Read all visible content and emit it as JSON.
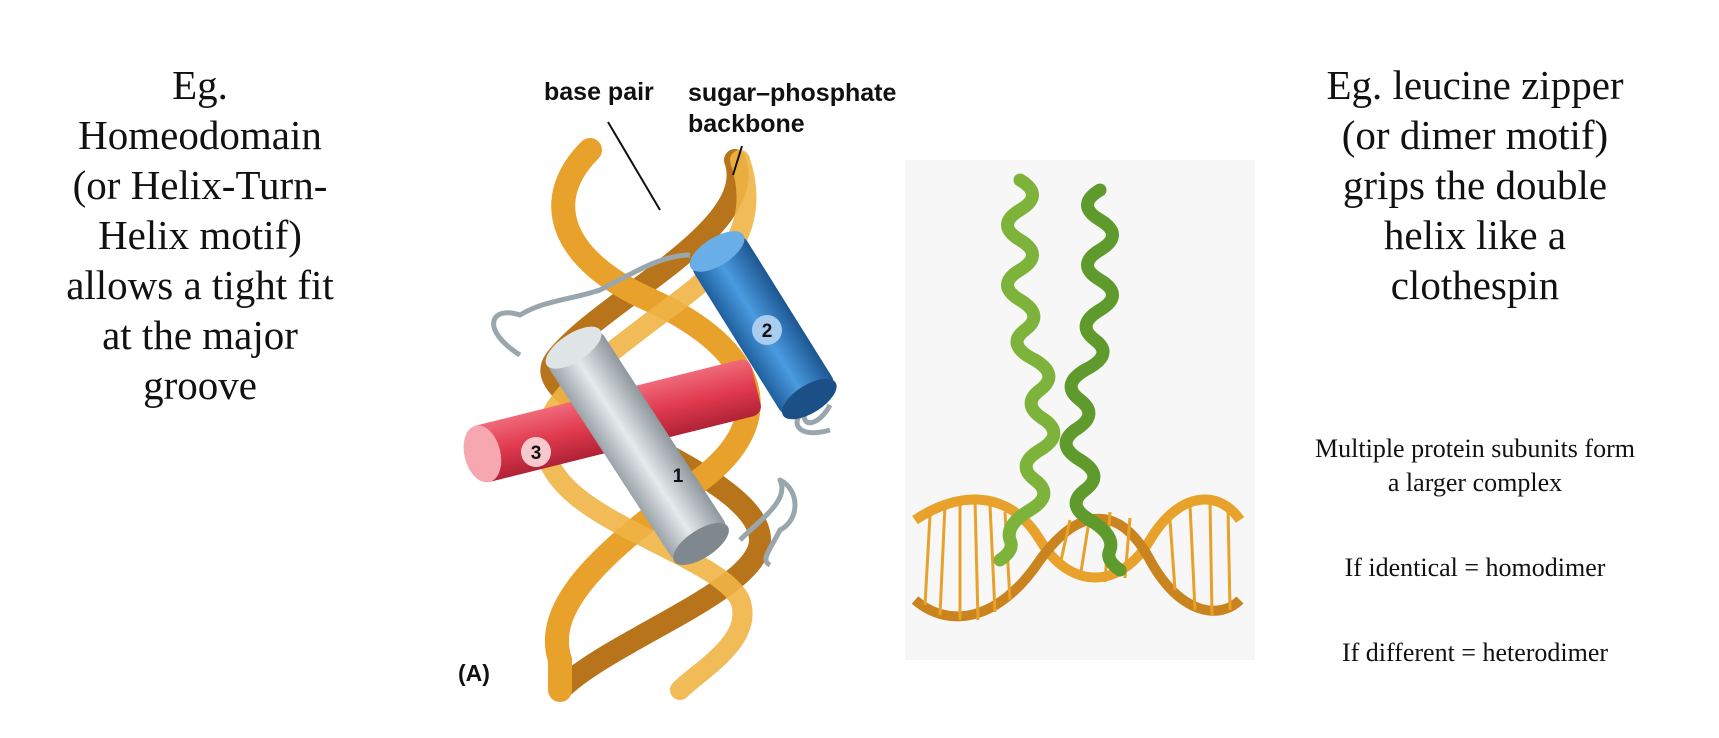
{
  "left_panel": {
    "text": "Eg.\nHomeodomain\n(or Helix-Turn-\nHelix motif)\nallows a tight fit\nat the major\ngroove"
  },
  "figure_a": {
    "label_base_pair": "base pair",
    "label_backbone": "sugar–phosphate\nbackbone",
    "panel_label": "(A)",
    "helix_numbers": [
      "1",
      "2",
      "3"
    ],
    "colors": {
      "dna_ribbon": "#e8a12a",
      "dna_ribbon_dark": "#b8741a",
      "base_pairs": "#bcc6cc",
      "helix_1": "#c2c8cc",
      "helix_2": "#2f7fc6",
      "helix_3": "#e03a4e",
      "loop": "#9aa6ae"
    }
  },
  "figure_b": {
    "colors": {
      "zipper_helix": "#7db33a",
      "zipper_dark": "#4f8a23",
      "dna": "#e8a12a"
    }
  },
  "right_panel": {
    "title": "Eg. leucine zipper\n(or dimer motif)\ngrips the double\nhelix like a\nclothespin",
    "notes": {
      "line1": "Multiple protein subunits form\na larger complex",
      "line2": "If identical = homodimer",
      "line3": "If different = heterodimer"
    }
  }
}
